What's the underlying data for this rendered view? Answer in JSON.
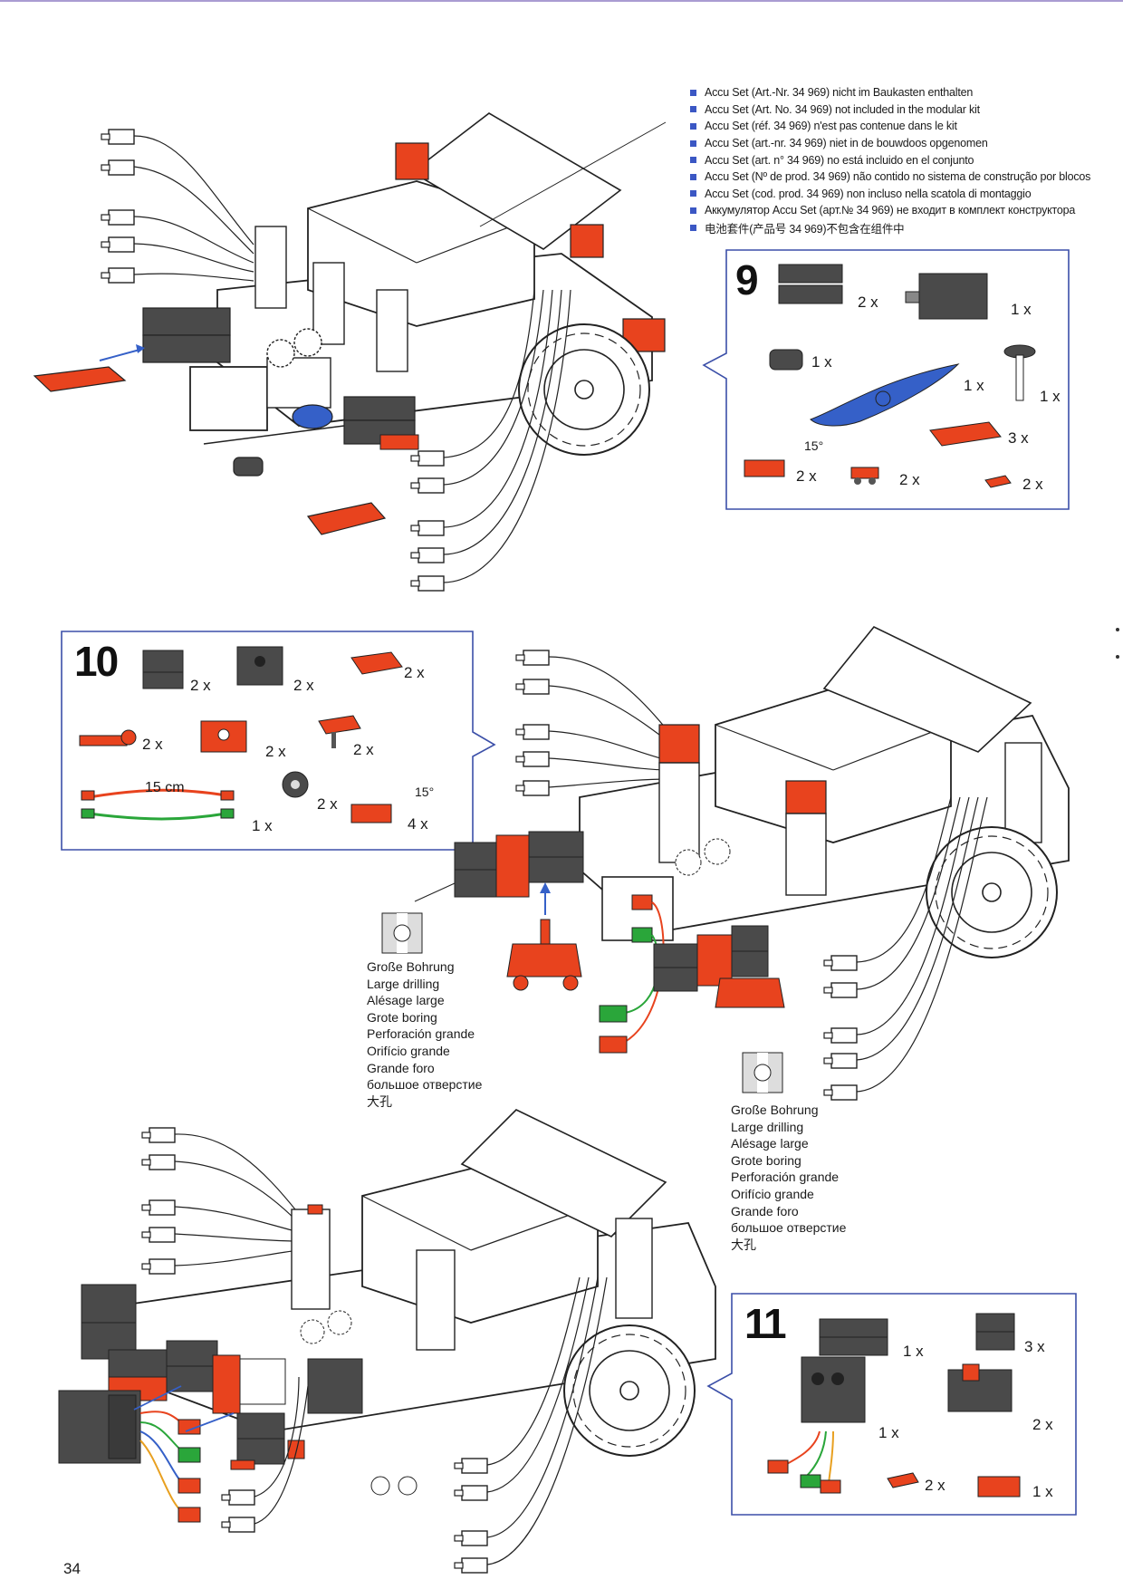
{
  "notes": [
    "Accu Set (Art.-Nr. 34 969) nicht im Baukasten enthalten",
    "Accu Set (Art. No. 34 969) not included in the modular kit",
    "Accu Set (réf. 34 969) n'est pas contenue dans le kit",
    "Accu Set (art.-nr. 34 969) niet in de bouwdoos opgenomen",
    "Accu Set (art. n° 34 969) no está incluido en el conjunto",
    "Accu Set (Nº de prod. 34 969) não contido no sistema de construção por blocos",
    "Accu Set (cod. prod. 34 969) non incluso nella scatola di montaggio",
    "Аккумулятор Accu Set (арт.№ 34 969) не входит в комплект конструктора",
    "电池套件(产品号 34 969)不包含在组件中"
  ],
  "step9": {
    "number": "9",
    "parts": [
      {
        "icon": "black-building-block-icon",
        "qty": "2 x"
      },
      {
        "icon": "motor-icon",
        "qty": "1 x"
      },
      {
        "icon": "black-socket-icon",
        "qty": "1 x"
      },
      {
        "icon": "propeller-icon",
        "qty": "1 x"
      },
      {
        "icon": "axle-gear-icon",
        "qty": "1 x"
      },
      {
        "icon": "red-base-plate-icon",
        "qty": "3 x"
      },
      {
        "icon": "red-angle-block-icon",
        "qty": "2 x",
        "label": "15°"
      },
      {
        "icon": "red-small-connector-icon",
        "qty": "2 x"
      },
      {
        "icon": "red-tiny-plate-icon",
        "qty": "2 x"
      }
    ]
  },
  "step10": {
    "number": "10",
    "parts": [
      {
        "icon": "black-block-icon",
        "qty": "2 x"
      },
      {
        "icon": "black-hub-block-icon",
        "qty": "2 x"
      },
      {
        "icon": "red-plate-icon",
        "qty": "2 x"
      },
      {
        "icon": "red-peg-icon",
        "qty": "2 x"
      },
      {
        "icon": "red-bearing-block-icon",
        "qty": "2 x"
      },
      {
        "icon": "red-holder-icon",
        "qty": "2 x"
      },
      {
        "icon": "cable-icon",
        "qty": "1 x",
        "label": "15 cm"
      },
      {
        "icon": "roller-icon",
        "qty": "2 x"
      },
      {
        "icon": "red-angle-block-icon",
        "qty": "4 x",
        "label": "15°"
      }
    ]
  },
  "step11": {
    "number": "11",
    "parts": [
      {
        "icon": "black-long-block-icon",
        "qty": "1 x"
      },
      {
        "icon": "black-short-block-icon",
        "qty": "3 x"
      },
      {
        "icon": "phototransistor-block-icon",
        "qty": "1 x"
      },
      {
        "icon": "switch-icon",
        "qty": "2 x"
      },
      {
        "icon": "red-small-plate-icon",
        "qty": "2 x"
      },
      {
        "icon": "red-connector-block-icon",
        "qty": "1 x"
      }
    ]
  },
  "drilling": [
    "Große Bohrung",
    "Large drilling",
    "Alésage large",
    "Grote boring",
    "Perforación grande",
    "Orifício grande",
    "Grande foro",
    "большое отверстие",
    "大孔"
  ],
  "page_number": "34",
  "colors": {
    "red": "#e8431e",
    "blue": "#3560c8",
    "dark": "#4a4a4a",
    "frame": "#3b4fa8",
    "green": "#2aa63a"
  }
}
